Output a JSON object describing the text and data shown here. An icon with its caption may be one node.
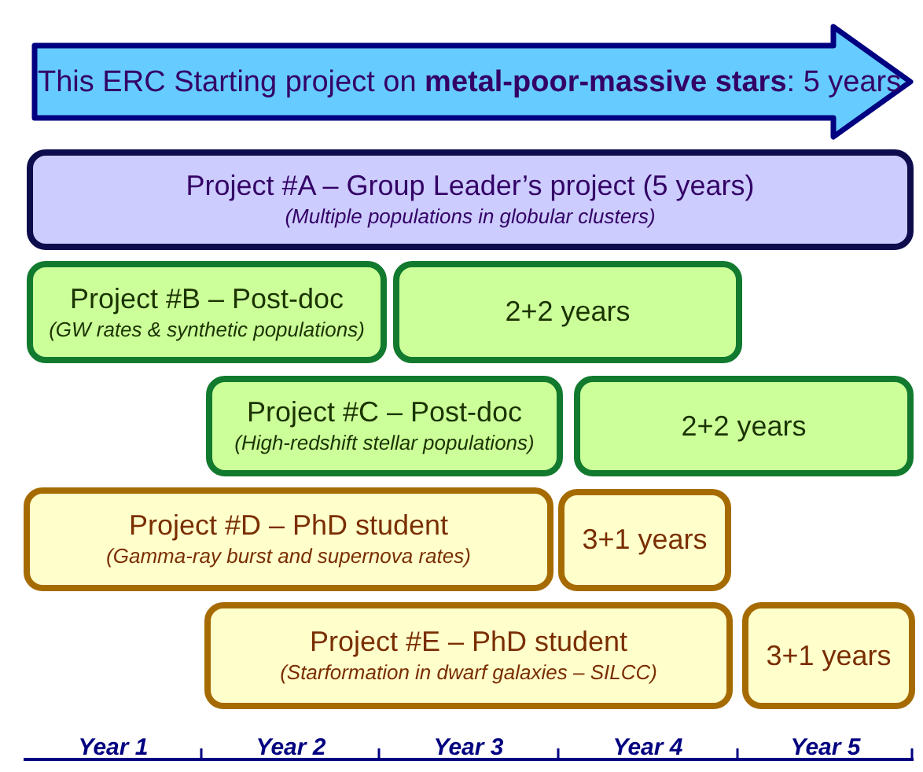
{
  "diagram": {
    "nodes": [
      {
        "text": [
          "This ERC Starting project on **metal-poor-massive stars**: 5 years"
        ]
      },
      {
        "text": [
          "Project #A – Group Leader’s project (5 years)",
          "(Multiple populations in globular clusters)"
        ]
      },
      {
        "text": [
          "Project #B – Post-doc",
          "(GW rates & synthetic populations)"
        ]
      },
      {
        "text": [
          "2+2 years"
        ]
      },
      {
        "text": [
          "Project #C – Post-doc",
          "(High-redshift stellar populations)"
        ]
      },
      {
        "text": [
          "2+2 years"
        ]
      },
      {
        "text": [
          "Project #D – PhD student",
          "(Gamma-ray burst and supernova rates)"
        ]
      },
      {
        "text": [
          "3+1 years"
        ]
      },
      {
        "text": [
          "Project #E – PhD student",
          "(Starformation in dwarf galaxies – SILCC)"
        ]
      },
      {
        "text": [
          "3+1 years"
        ]
      }
    ],
    "labels": [
      "Year 1",
      "Year 2",
      "Year 3",
      "Year 4",
      "Year 5"
    ]
  }
}
